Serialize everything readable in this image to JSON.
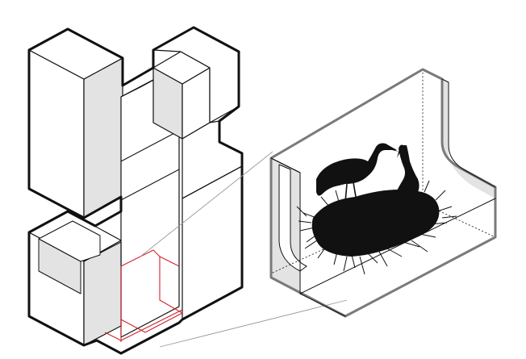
{
  "diagram": {
    "description_visible_text": [],
    "colors": {
      "outline": "#111111",
      "face_light": "#ffffff",
      "face_shade": "#e3e3e3",
      "highlight_red": "#d2232a",
      "callout_line": "#9a9a9a",
      "silhouette": "#111111"
    },
    "elements": {
      "building": "isometric-massing-model",
      "detail": "nest-platform-with-storks",
      "birds": 2
    }
  }
}
